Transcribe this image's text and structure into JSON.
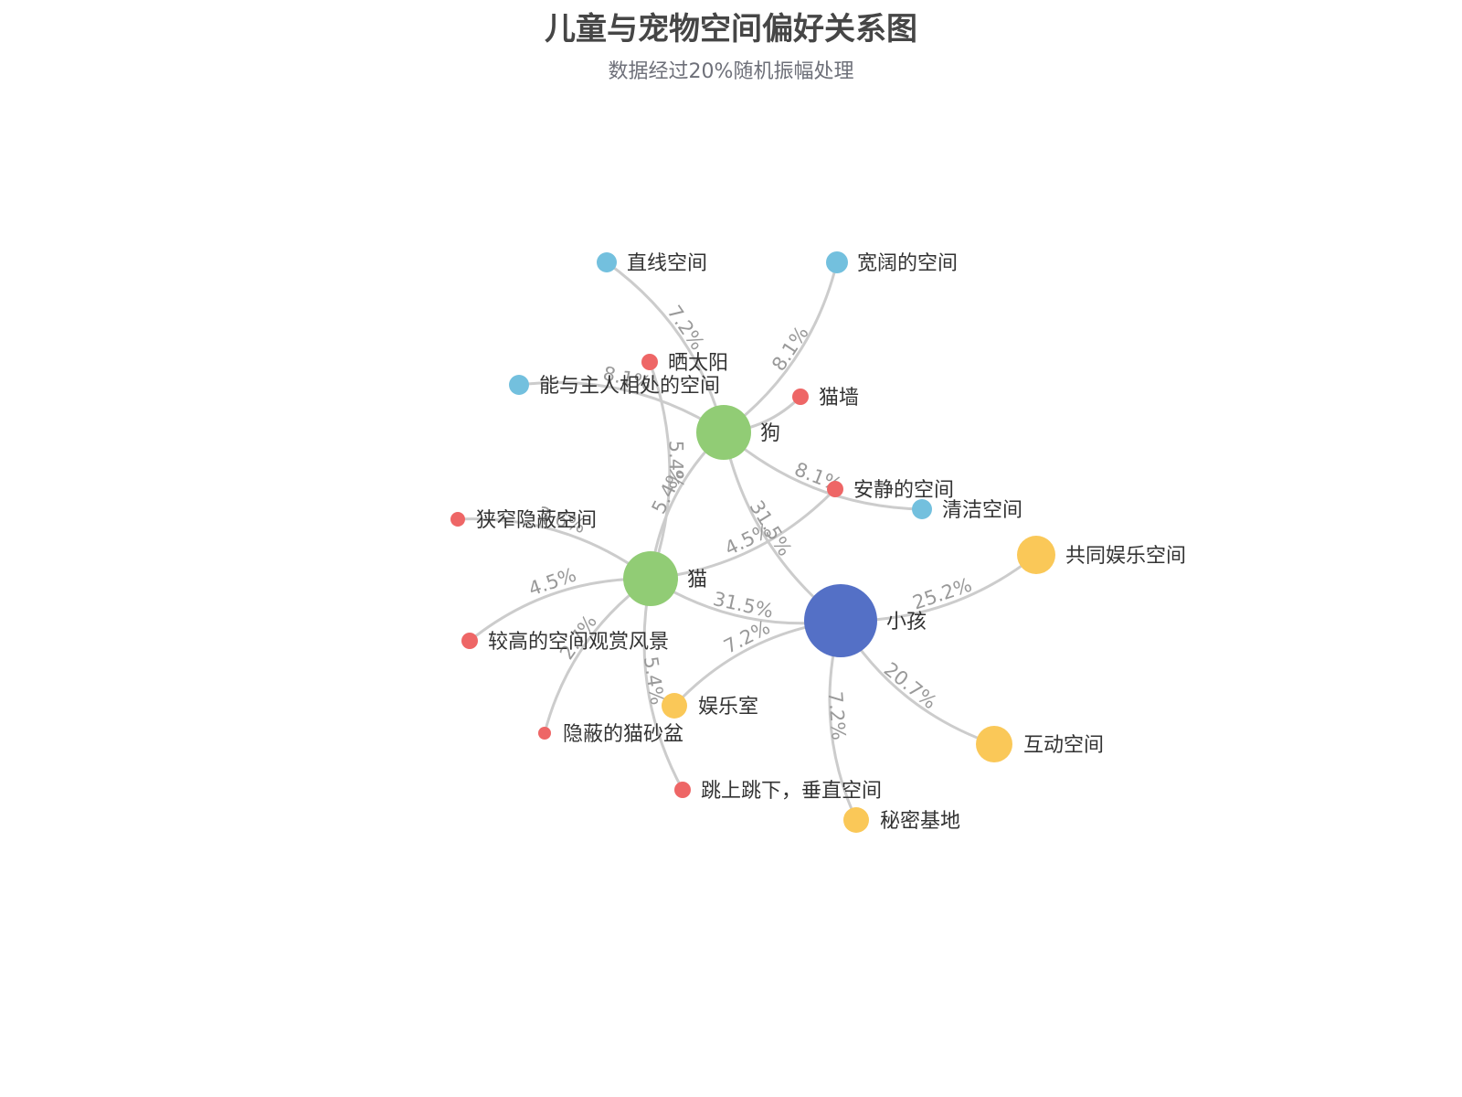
{
  "title": "儿童与宠物空间偏好关系图",
  "subtitle": "数据经过20%随机振幅处理",
  "colors": {
    "child": "#5470c6",
    "pet": "#91cc75",
    "cat_pref": "#ee6666",
    "dog_pref": "#73c0de",
    "child_pref": "#fac858",
    "edge": "#cccccc"
  },
  "nodes": [
    {
      "id": "child",
      "label": "小孩",
      "category": "child"
    },
    {
      "id": "cat",
      "label": "猫",
      "category": "pet"
    },
    {
      "id": "dog",
      "label": "狗",
      "category": "pet"
    },
    {
      "id": "straight",
      "label": "直线空间",
      "category": "dog_pref"
    },
    {
      "id": "wide",
      "label": "宽阔的空间",
      "category": "dog_pref"
    },
    {
      "id": "sun",
      "label": "晒太阳",
      "category": "cat_pref"
    },
    {
      "id": "owner",
      "label": "能与主人相处的空间",
      "category": "dog_pref"
    },
    {
      "id": "catwall",
      "label": "猫墙",
      "category": "cat_pref"
    },
    {
      "id": "quiet",
      "label": "安静的空间",
      "category": "cat_pref"
    },
    {
      "id": "clean",
      "label": "清洁空间",
      "category": "dog_pref"
    },
    {
      "id": "narrow",
      "label": "狭窄隐蔽空间",
      "category": "cat_pref"
    },
    {
      "id": "shared",
      "label": "共同娱乐空间",
      "category": "child_pref"
    },
    {
      "id": "high",
      "label": "较高的空间观赏风景",
      "category": "cat_pref"
    },
    {
      "id": "playroom",
      "label": "娱乐室",
      "category": "child_pref"
    },
    {
      "id": "interactive",
      "label": "互动空间",
      "category": "child_pref"
    },
    {
      "id": "litter",
      "label": "隐蔽的猫砂盆",
      "category": "cat_pref"
    },
    {
      "id": "jump",
      "label": "跳上跳下，垂直空间",
      "category": "cat_pref"
    },
    {
      "id": "secret",
      "label": "秘密基地",
      "category": "child_pref"
    }
  ],
  "edges": [
    {
      "source": "dog",
      "target": "straight",
      "label": "7.2%"
    },
    {
      "source": "dog",
      "target": "wide",
      "label": "8.1%"
    },
    {
      "source": "dog",
      "target": "owner",
      "label": "8.1%"
    },
    {
      "source": "dog",
      "target": "clean",
      "label": "8.1%"
    },
    {
      "source": "dog",
      "target": "catwall",
      "label": ""
    },
    {
      "source": "dog",
      "target": "cat",
      "label": "5.4%"
    },
    {
      "source": "dog",
      "target": "child",
      "label": "31.5%"
    },
    {
      "source": "cat",
      "target": "sun",
      "label": "5.4%"
    },
    {
      "source": "cat",
      "target": "quiet",
      "label": "4.5%"
    },
    {
      "source": "cat",
      "target": "narrow",
      "label": "3.6%"
    },
    {
      "source": "cat",
      "target": "high",
      "label": "4.5%"
    },
    {
      "source": "cat",
      "target": "litter",
      "label": "2.7%"
    },
    {
      "source": "cat",
      "target": "jump",
      "label": "5.4%"
    },
    {
      "source": "cat",
      "target": "child",
      "label": "31.5%"
    },
    {
      "source": "child",
      "target": "shared",
      "label": "25.2%"
    },
    {
      "source": "child",
      "target": "interactive",
      "label": "20.7%"
    },
    {
      "source": "child",
      "target": "secret",
      "label": "7.2%"
    },
    {
      "source": "child",
      "target": "playroom",
      "label": "7.2%"
    }
  ]
}
